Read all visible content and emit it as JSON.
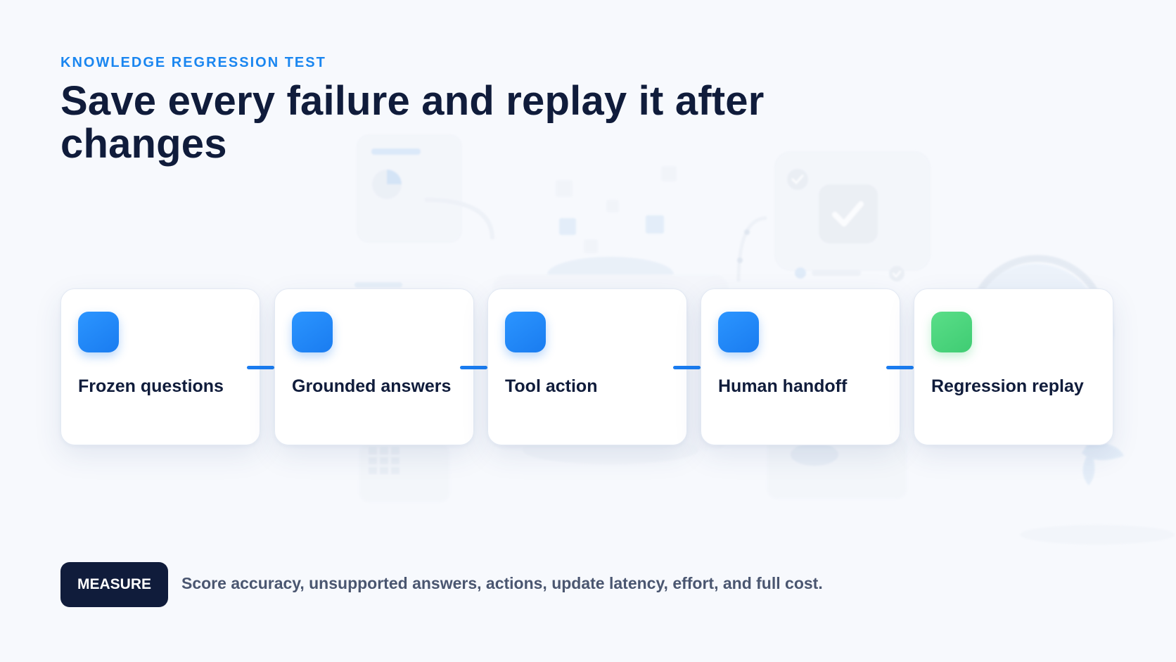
{
  "header": {
    "eyebrow": "KNOWLEDGE REGRESSION TEST",
    "title": "Save every failure and replay it after changes"
  },
  "steps": [
    {
      "label": "Frozen questions",
      "icon": "blue-square-icon",
      "color": "#1a86f0"
    },
    {
      "label": "Grounded answers",
      "icon": "blue-square-icon",
      "color": "#1a86f0"
    },
    {
      "label": "Tool action",
      "icon": "blue-square-icon",
      "color": "#1a86f0"
    },
    {
      "label": "Human handoff",
      "icon": "blue-square-icon",
      "color": "#1a86f0"
    },
    {
      "label": "Regression replay",
      "icon": "green-square-icon",
      "color": "#45d07a"
    }
  ],
  "footer": {
    "badge": "MEASURE",
    "text": "Score accuracy, unsupported answers, actions, update latency, effort, and full cost."
  },
  "colors": {
    "accent": "#1a86f0",
    "title": "#101c3b",
    "success": "#45d07a",
    "badge_bg": "#101c3b"
  }
}
